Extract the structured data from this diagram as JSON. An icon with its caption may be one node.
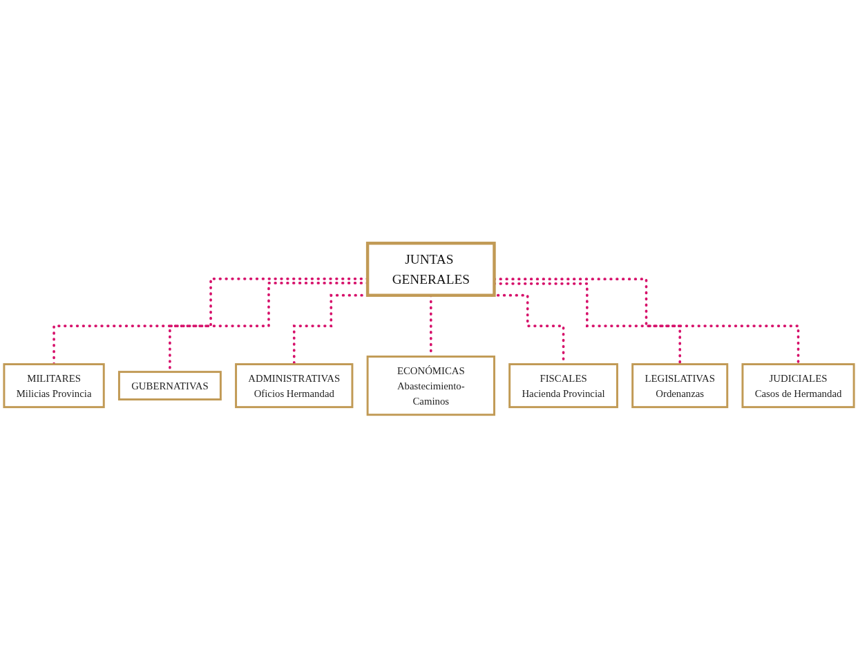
{
  "diagram": {
    "nodes": [
      {
        "text": [
          "JUNTAS GENERALES"
        ]
      },
      {
        "text": [
          "MILITARES",
          "Milicias Provincia"
        ]
      },
      {
        "text": [
          "GUBERNATIVAS"
        ]
      },
      {
        "text": [
          "ADMINISTRATIVAS",
          "Oficios Hermandad"
        ]
      },
      {
        "text": [
          "ECONÓMICAS",
          "Abastecimiento-Caminos"
        ]
      },
      {
        "text": [
          "FISCALES",
          "Hacienda Provincial"
        ]
      },
      {
        "text": [
          "LEGISLATIVAS",
          "Ordenanzas"
        ]
      },
      {
        "text": [
          "JUDICIALES",
          "Casos de Hermandad"
        ]
      }
    ],
    "edges": [
      {
        "from": 0,
        "to": 1,
        "arrow": "none",
        "style": "dashed"
      },
      {
        "from": 0,
        "to": 2,
        "arrow": "none",
        "style": "dashed"
      },
      {
        "from": 0,
        "to": 3,
        "arrow": "none",
        "style": "dashed"
      },
      {
        "from": 0,
        "to": 4,
        "arrow": "none",
        "style": "dashed"
      },
      {
        "from": 0,
        "to": 5,
        "arrow": "none",
        "style": "dashed"
      },
      {
        "from": 0,
        "to": 6,
        "arrow": "none",
        "style": "dashed"
      },
      {
        "from": 0,
        "to": 7,
        "arrow": "none",
        "style": "dashed"
      }
    ]
  }
}
